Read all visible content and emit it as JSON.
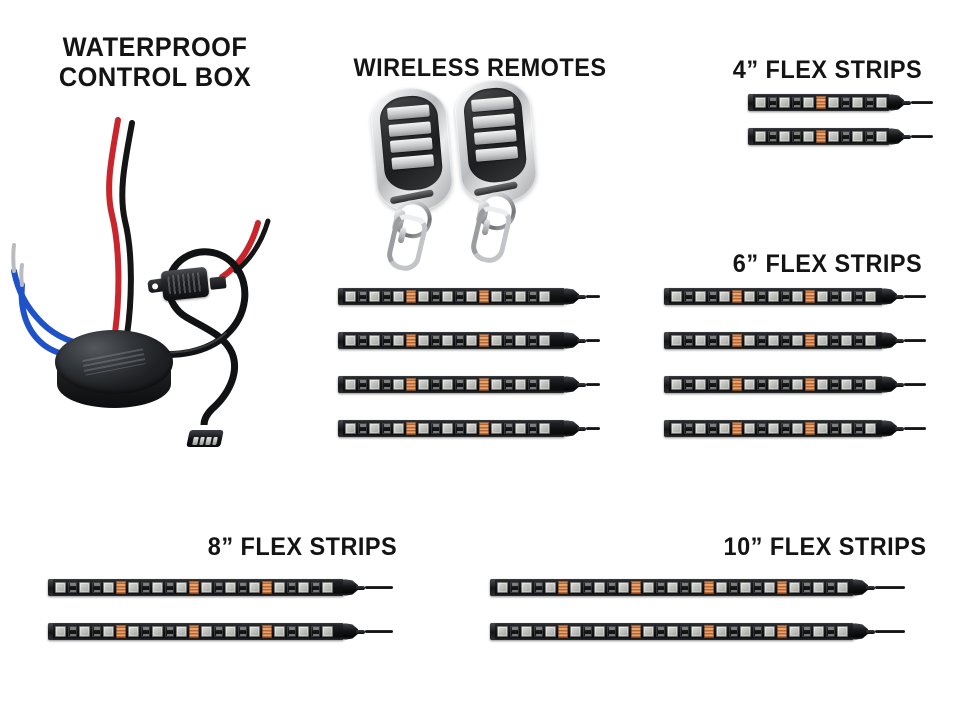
{
  "page": {
    "background_color": "#ffffff",
    "text_color": "#141414"
  },
  "sections": {
    "control_box": {
      "title_line1": "WATERPROOF",
      "title_line2": "CONTROL BOX",
      "parts": {
        "puck_label": "control-box-puck",
        "power_wire_red": "#c8252c",
        "power_wire_black": "#151515",
        "accessory_wire_blue": "#1f52c8",
        "fuse_holder": "inline-blade-fuse-holder",
        "connector": "4-pin-jst-connector"
      }
    },
    "wireless_remotes": {
      "title": "WIRELESS REMOTES",
      "count": 2,
      "buttons_per_remote": 4
    },
    "flex_strips_4in": {
      "title": "4” FLEX STRIPS",
      "count": 2,
      "leds_per_strip": 6
    },
    "flex_strips_6in": {
      "title": "6” FLEX STRIPS",
      "count": 8,
      "columns": 2,
      "rows": 4,
      "leds_per_strip": 9
    },
    "flex_strips_8in": {
      "title": "8” FLEX STRIPS",
      "count": 2,
      "leds_per_strip": 12
    },
    "flex_strips_10in": {
      "title": "10” FLEX STRIPS",
      "count": 2,
      "leds_per_strip": 15
    }
  },
  "colors": {
    "led_chip": "#e6e7e4",
    "pcb": "#101113",
    "copper_pad": "#d4884f",
    "connector": "#121315",
    "remote_chrome": "#d7d9db",
    "remote_face": "#272829"
  }
}
